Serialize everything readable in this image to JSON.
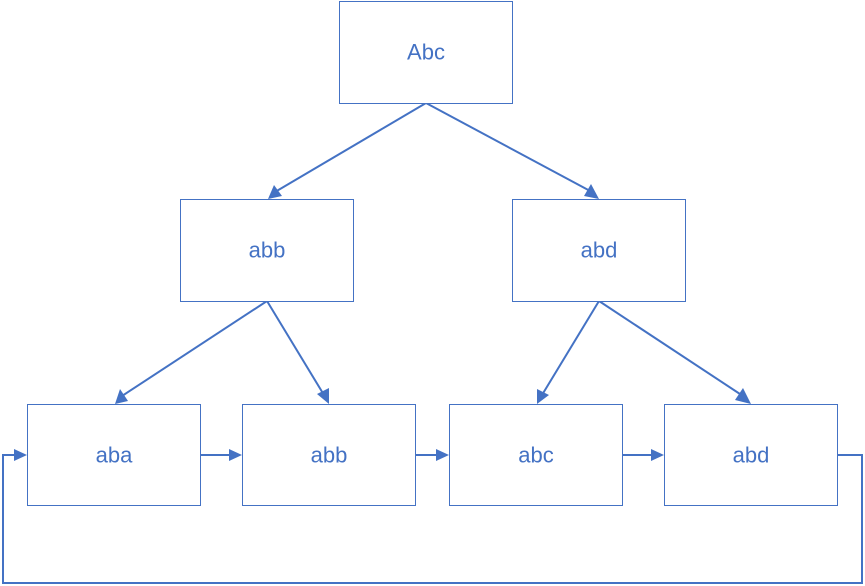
{
  "colors": {
    "line": "#4472c4",
    "text": "#4472c4",
    "node_fill": "#ffffff"
  },
  "nodes": [
    {
      "id": "root",
      "label": "Abc"
    },
    {
      "id": "mid_left",
      "label": "abb"
    },
    {
      "id": "mid_right",
      "label": "abd"
    },
    {
      "id": "leaf_1",
      "label": "aba"
    },
    {
      "id": "leaf_2",
      "label": "abb"
    },
    {
      "id": "leaf_3",
      "label": "abc"
    },
    {
      "id": "leaf_4",
      "label": "abd"
    }
  ],
  "edges": [
    {
      "from": "root",
      "to": "mid_left"
    },
    {
      "from": "root",
      "to": "mid_right"
    },
    {
      "from": "mid_left",
      "to": "leaf_1"
    },
    {
      "from": "mid_left",
      "to": "leaf_2"
    },
    {
      "from": "mid_right",
      "to": "leaf_3"
    },
    {
      "from": "mid_right",
      "to": "leaf_4"
    },
    {
      "from": "leaf_1",
      "to": "leaf_2"
    },
    {
      "from": "leaf_2",
      "to": "leaf_3"
    },
    {
      "from": "leaf_3",
      "to": "leaf_4"
    },
    {
      "from": "leaf_4",
      "to": "leaf_1"
    }
  ]
}
